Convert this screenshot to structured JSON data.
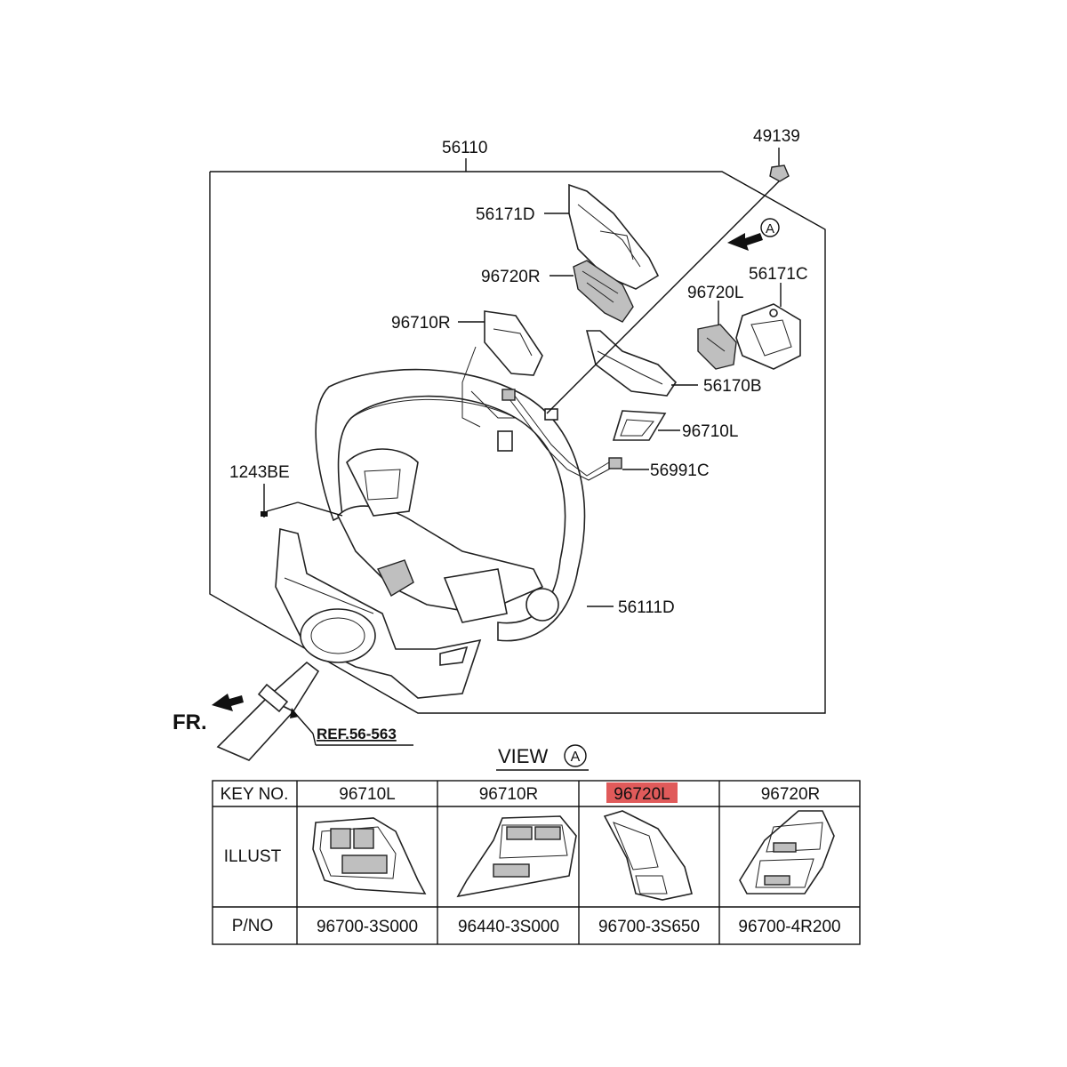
{
  "labels": {
    "p56110": "56110",
    "p49139": "49139",
    "p56171D": "56171D",
    "p96720R": "96720R",
    "p96710R": "96710R",
    "p96720L": "96720L",
    "p56171C": "56171C",
    "p56170B": "56170B",
    "p96710L": "96710L",
    "p56991C": "56991C",
    "p1243BE": "1243BE",
    "p56111D": "56111D",
    "fr": "FR.",
    "ref": "REF.56-563",
    "view": "VIEW",
    "view_circle": "A",
    "arrow_circle": "A"
  },
  "table": {
    "row_headers": [
      "KEY NO.",
      "ILLUST",
      "P/NO"
    ],
    "key_numbers": [
      "96710L",
      "96710R",
      "96720L",
      "96720R"
    ],
    "part_numbers": [
      "96700-3S000",
      "96440-3S000",
      "96700-3S650",
      "96700-4R200"
    ],
    "highlight_color": "#e05a5a",
    "highlighted_column": 2
  }
}
